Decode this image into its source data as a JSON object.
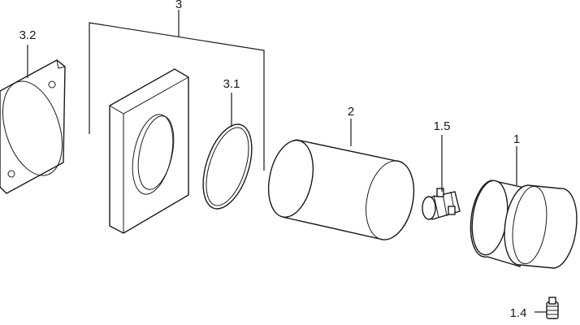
{
  "diagram": {
    "labels": {
      "part_3": "3",
      "part_3_2": "3.2",
      "part_3_1": "3.1",
      "part_2": "2",
      "part_1_5": "1.5",
      "part_1": "1",
      "part_1_4": "1.4"
    },
    "colors": {
      "line": "#1a1a1a",
      "background": "#ffffff"
    }
  }
}
